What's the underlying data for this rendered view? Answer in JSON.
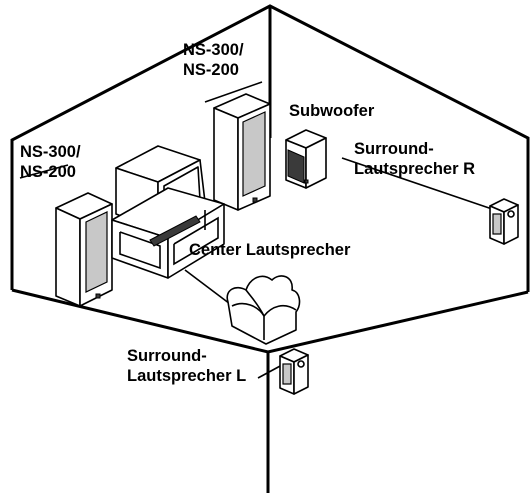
{
  "labels": {
    "front_right": [
      "NS-300/",
      "NS-200"
    ],
    "front_left": [
      "NS-300/",
      "NS-200"
    ],
    "subwoofer": "Subwoofer",
    "surround_right": [
      "Surround-",
      "Lautsprecher R"
    ],
    "center": "Center Lautsprecher",
    "surround_left": [
      "Surround-",
      "Lautsprecher L"
    ]
  }
}
